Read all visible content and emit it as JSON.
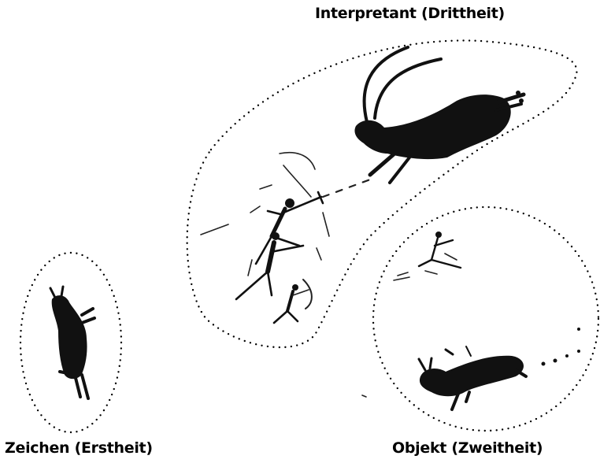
{
  "labels": {
    "interpretant": "Interpretant (Drittheit)",
    "zeichen": "Zeichen (Erstheit)",
    "objekt": "Objekt (Zweitheit)"
  }
}
